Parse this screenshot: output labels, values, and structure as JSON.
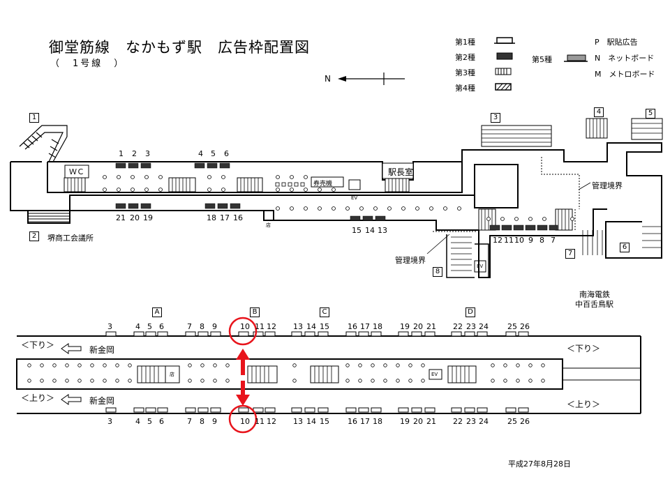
{
  "header": {
    "title": "御堂筋線　なかもず駅　広告枠配置図",
    "subtitle": "（　1号線　）"
  },
  "legend": {
    "types": [
      "第1種",
      "第2種",
      "第3種",
      "第4種",
      "第5種"
    ],
    "codes": [
      {
        "letter": "P",
        "label": "駅貼広告"
      },
      {
        "letter": "N",
        "label": "ネットボード"
      },
      {
        "letter": "M",
        "label": "メトロボード"
      }
    ]
  },
  "compass": "N",
  "concourse": {
    "exits": [
      "1",
      "2",
      "3",
      "4",
      "5",
      "6",
      "7",
      "8"
    ],
    "exit2_label": "堺商工会議所",
    "wc": "ＷＣ",
    "ticket_machine": "券売機",
    "station_master": "駅長室",
    "ev": "EV",
    "shop": "店",
    "gate_boundary": "管理境界",
    "upper_numbers_a": [
      "1",
      "2",
      "3"
    ],
    "upper_numbers_b": [
      "4",
      "5",
      "6"
    ],
    "lower_numbers_a": [
      "21",
      "20",
      "19"
    ],
    "lower_numbers_b": [
      "18",
      "17",
      "16"
    ],
    "mid_numbers": [
      "15",
      "14",
      "13"
    ],
    "right_numbers": [
      "12",
      "11",
      "10",
      "9",
      "8",
      "7"
    ],
    "nankai": [
      "南海電鉄",
      "中百舌鳥駅"
    ]
  },
  "platform": {
    "sections": [
      "A",
      "B",
      "C",
      "D"
    ],
    "numbers": [
      "3",
      "4",
      "5",
      "6",
      "7",
      "8",
      "9",
      "10",
      "11",
      "12",
      "13",
      "14",
      "15",
      "16",
      "17",
      "18",
      "19",
      "20",
      "21",
      "22",
      "23",
      "24",
      "25",
      "26"
    ],
    "down": "＜下り＞",
    "up": "＜上り＞",
    "destination": "新金岡",
    "ev": "EV",
    "shop": "店",
    "highlight": "10",
    "highlight_color": "#e8141c"
  },
  "date": "平成27年8月28日"
}
